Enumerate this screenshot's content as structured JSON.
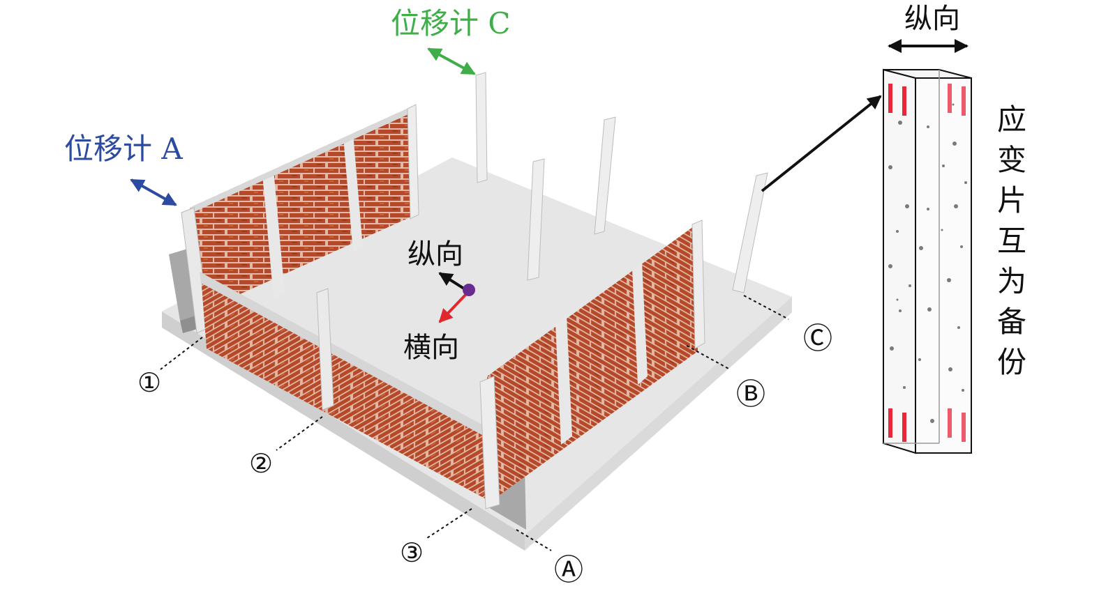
{
  "labels": {
    "gauge_a": "位移计 A",
    "gauge_c": "位移计 C",
    "longitudinal": "纵向",
    "transverse": "横向",
    "column_longitudinal": "纵向",
    "strain_note": [
      "应",
      "变",
      "片",
      "互",
      "为",
      "备",
      "份"
    ]
  },
  "axis_lines": {
    "numbered": [
      "①",
      "②",
      "③"
    ],
    "lettered": [
      "Ⓐ",
      "Ⓑ",
      "Ⓒ"
    ]
  },
  "colors": {
    "gauge_a": "#2b4aa0",
    "gauge_c": "#3fae49",
    "longitudinal_arrow": "#111111",
    "transverse_arrow": "#e0282e",
    "origin_dot": "#6a2b91",
    "brick": "#b5492a",
    "mortar": "#e2b9a6",
    "slab": "#e6e6e6",
    "column": "#e9e9e9",
    "strain_gauge": "#e8283a"
  },
  "icons": {
    "bidirectional_arrow": "double-headed-arrow",
    "pointer_arrow": "arrow-icon"
  }
}
